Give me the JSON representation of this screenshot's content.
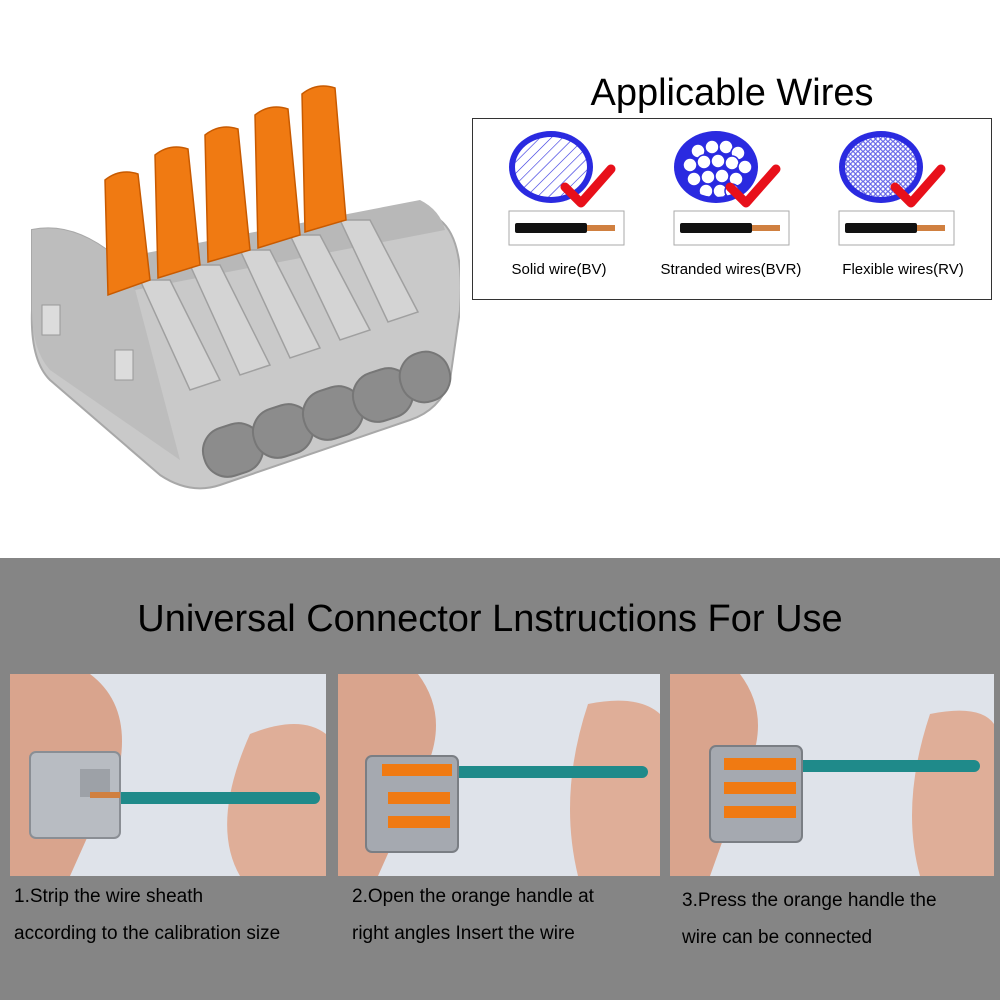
{
  "applicable_wires": {
    "title": "Applicable Wires",
    "wires": [
      {
        "label": "Solid wire(BV)",
        "pattern": "solid"
      },
      {
        "label": "Stranded wires(BVR)",
        "pattern": "stranded"
      },
      {
        "label": "Flexible wires(RV)",
        "pattern": "flexible"
      }
    ]
  },
  "instructions": {
    "title": "Universal Connector Lnstructions For Use",
    "steps": [
      {
        "line1": "1.Strip the wire sheath",
        "line2": "according to the calibration size"
      },
      {
        "line1": "2.Open the orange handle at",
        "line2": "right angles Insert the wire"
      },
      {
        "line1": "3.Press the orange handle the",
        "line2": "wire can be connected"
      }
    ]
  },
  "colors": {
    "connector_gray": "#c9c9c9",
    "lever_orange": "#f07a12",
    "ring_blue": "#2a2ae0",
    "check_red": "#e8101a",
    "wire_teal": "#1f8a8a",
    "panel_gray": "#858585"
  }
}
